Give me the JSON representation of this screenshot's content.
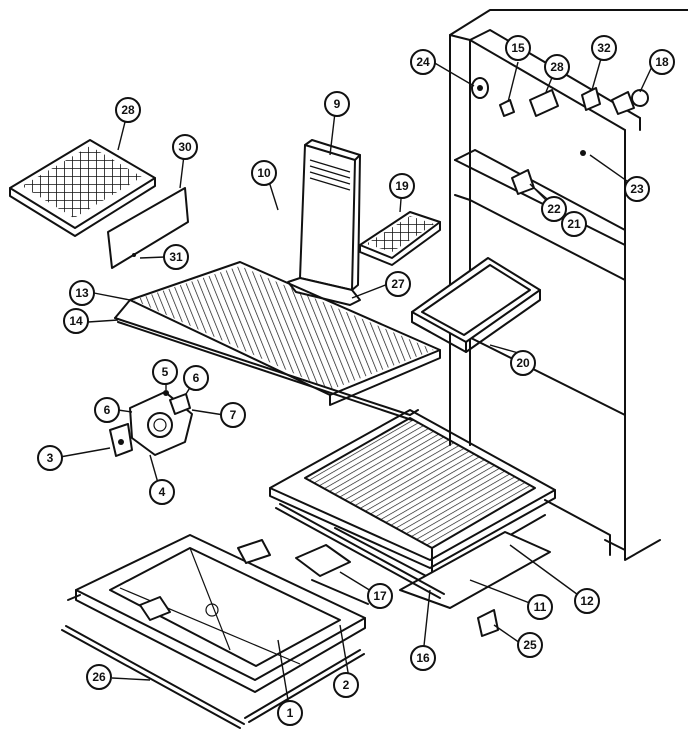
{
  "callouts": [
    {
      "id": "c1",
      "label": "1"
    },
    {
      "id": "c2",
      "label": "2"
    },
    {
      "id": "c3",
      "label": "3"
    },
    {
      "id": "c4",
      "label": "4"
    },
    {
      "id": "c5",
      "label": "5"
    },
    {
      "id": "c6a",
      "label": "6"
    },
    {
      "id": "c6b",
      "label": "6"
    },
    {
      "id": "c7",
      "label": "7"
    },
    {
      "id": "c9",
      "label": "9"
    },
    {
      "id": "c10",
      "label": "10"
    },
    {
      "id": "c11",
      "label": "11"
    },
    {
      "id": "c12",
      "label": "12"
    },
    {
      "id": "c13",
      "label": "13"
    },
    {
      "id": "c14",
      "label": "14"
    },
    {
      "id": "c15",
      "label": "15"
    },
    {
      "id": "c16",
      "label": "16"
    },
    {
      "id": "c17",
      "label": "17"
    },
    {
      "id": "c18",
      "label": "18"
    },
    {
      "id": "c19",
      "label": "19"
    },
    {
      "id": "c20",
      "label": "20"
    },
    {
      "id": "c21",
      "label": "21"
    },
    {
      "id": "c22",
      "label": "22"
    },
    {
      "id": "c23",
      "label": "23"
    },
    {
      "id": "c24",
      "label": "24"
    },
    {
      "id": "c25",
      "label": "25"
    },
    {
      "id": "c26",
      "label": "26"
    },
    {
      "id": "c27",
      "label": "27"
    },
    {
      "id": "c28a",
      "label": "28"
    },
    {
      "id": "c28b",
      "label": "28"
    },
    {
      "id": "c30",
      "label": "30"
    },
    {
      "id": "c31",
      "label": "31"
    },
    {
      "id": "c32",
      "label": "32"
    }
  ]
}
